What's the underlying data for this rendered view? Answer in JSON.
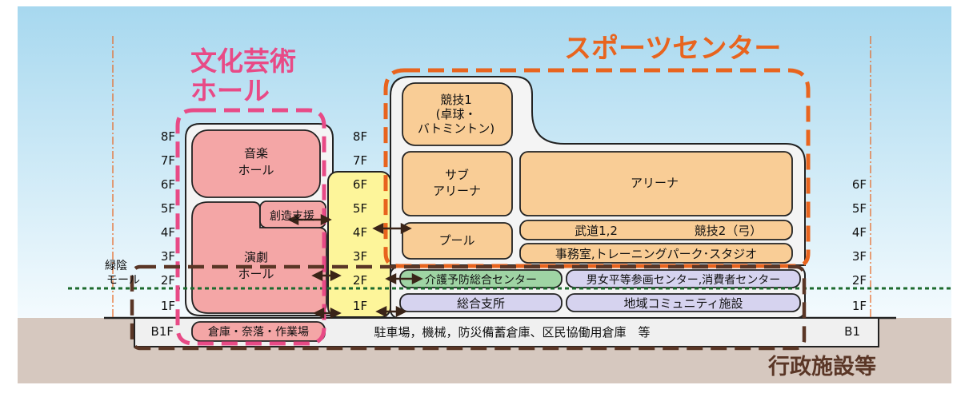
{
  "section_labels": {
    "culture_hall": [
      "文化芸術",
      "ホール"
    ],
    "sports_center": "スポーツセンター",
    "admin": "行政施設等",
    "green_mall": [
      "緑陰",
      "モール"
    ]
  },
  "floors": {
    "left": [
      "8F",
      "7F",
      "6F",
      "5F",
      "4F",
      "3F",
      "2F",
      "1F",
      "B1F"
    ],
    "middle": [
      "8F",
      "7F",
      "6F",
      "5F",
      "4F",
      "3F",
      "2F",
      "1F"
    ],
    "right": [
      "6F",
      "5F",
      "4F",
      "3F",
      "2F",
      "1F",
      "B1"
    ]
  },
  "rooms": {
    "music_hall": [
      "音楽",
      "ホール"
    ],
    "creative_support": "創造支援",
    "theater_hall": [
      "演劇",
      "ホール"
    ],
    "competition1": [
      "競技1",
      "(卓球・",
      "バトミントン)"
    ],
    "sub_arena": [
      "サブ",
      "アリーナ"
    ],
    "arena": "アリーナ",
    "pool": "プール",
    "budo": "武道1,2",
    "competition2": "競技2（弓）",
    "office_training": "事務室,トレーニングパーク･スタジオ",
    "care_center": "介護予防総合センター",
    "equality_center": "男女平等参画センター,消費者センター",
    "branch_office": "総合支所",
    "community": "地域コミュニティ施設",
    "storage": "倉庫・奈落・作業場",
    "parking": "駐車場，機械，防災備蓄倉庫、区民協働用倉庫　等"
  },
  "colors": {
    "culture": "#e84a86",
    "sports": "#e8641e",
    "admin": "#5a3626",
    "pink_room": "#f4a6a6",
    "orange_room": "#f9cd96",
    "yellow_core": "#fdf59a",
    "green_room": "#9fd4a4",
    "purple_room": "#d6d3ef",
    "sky_top": "#bfe3f4",
    "ground": "#d2c3b9",
    "green_line": "#1d6b2e"
  }
}
